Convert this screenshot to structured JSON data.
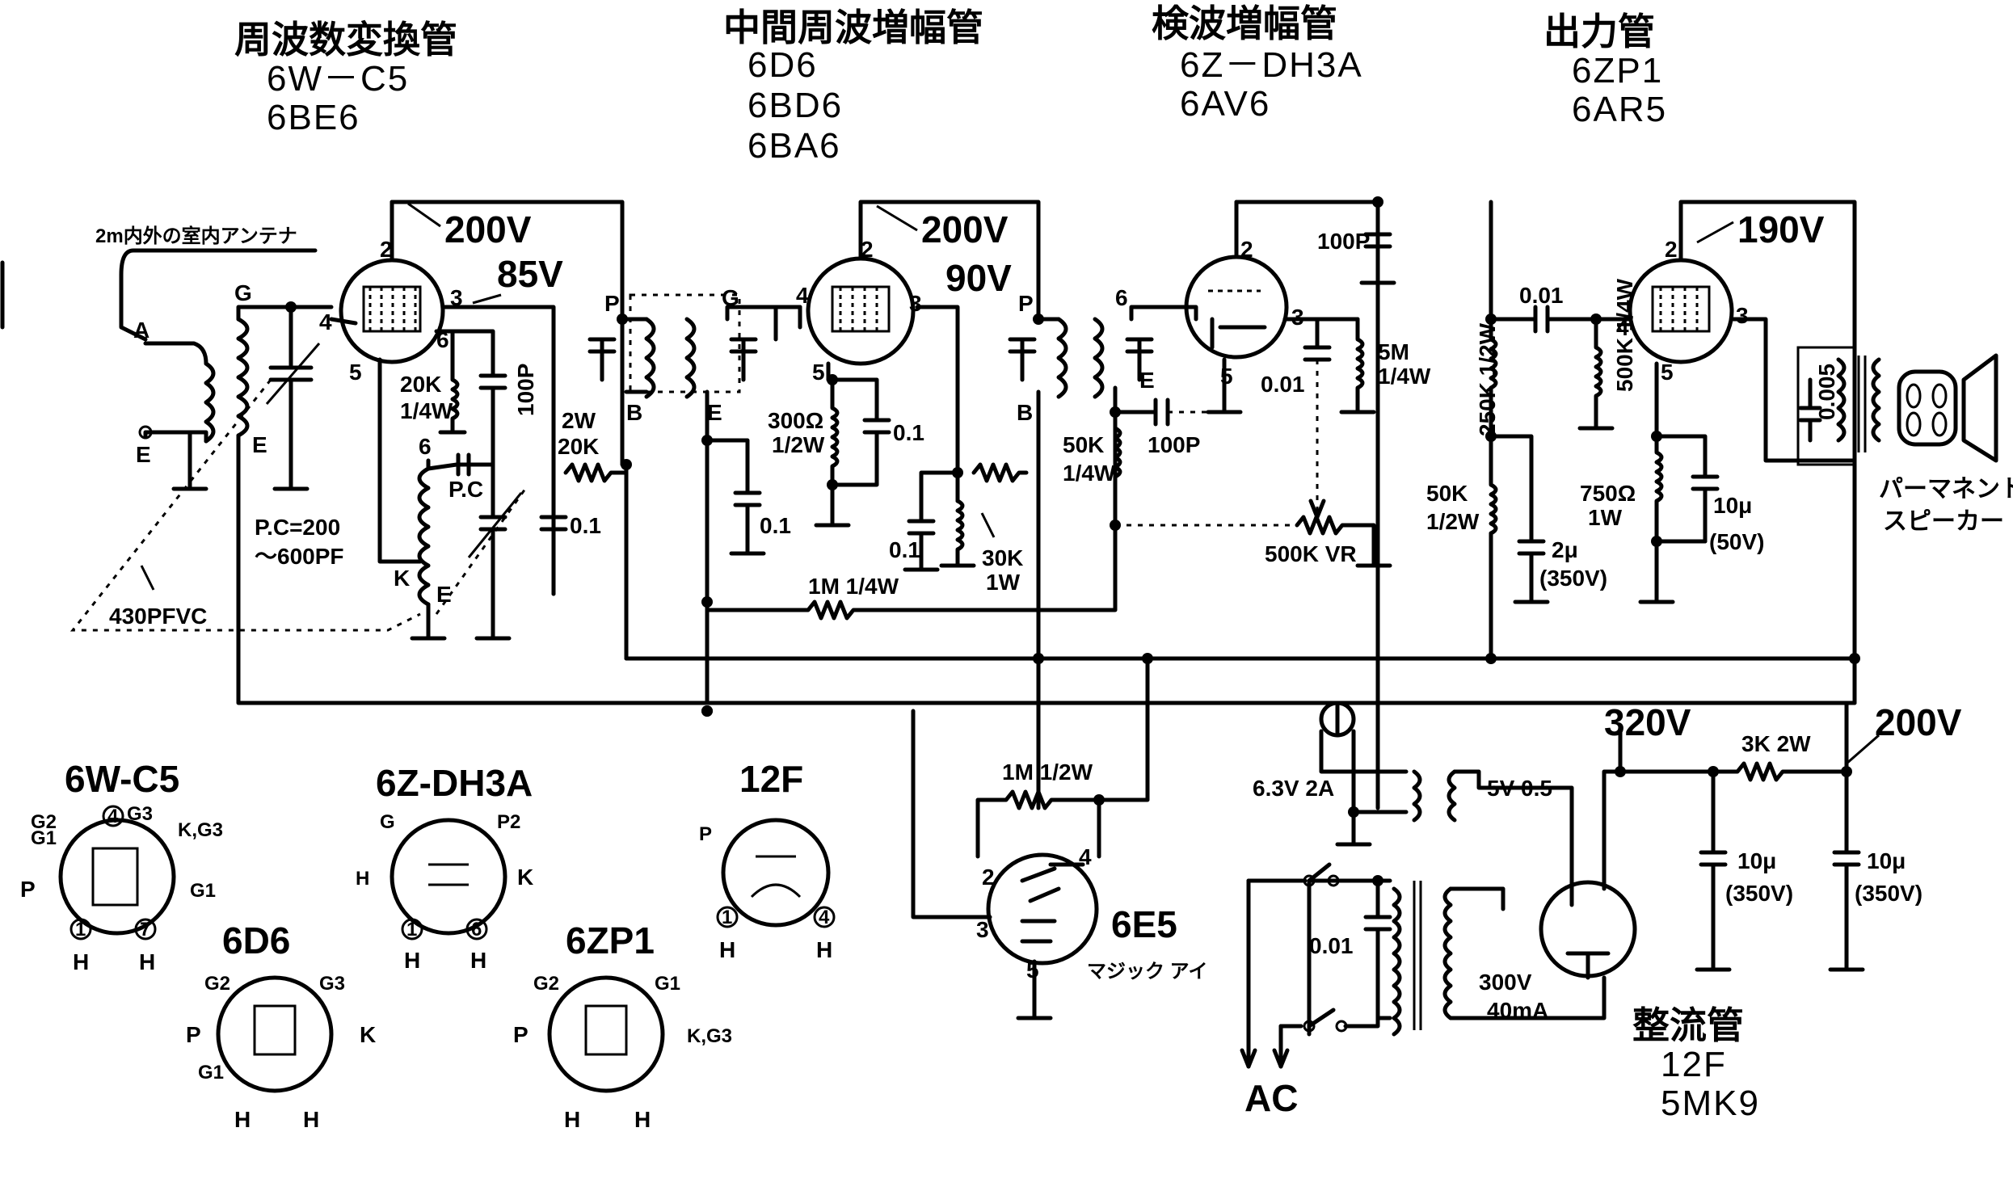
{
  "headers": {
    "converter": {
      "title": "周波数変換管",
      "tubes": [
        "6W－C5",
        "6BE6"
      ]
    },
    "if_amp": {
      "title": "中間周波増幅管",
      "tubes": [
        "6D6",
        "6BD6",
        "6BA6"
      ]
    },
    "detector": {
      "title": "検波増幅管",
      "tubes": [
        "6Z－DH3A",
        "6AV6"
      ]
    },
    "output": {
      "title": "出力管",
      "tubes": [
        "6ZP1",
        "6AR5"
      ]
    },
    "rectifier": {
      "title": "整流管",
      "tubes": [
        "12F",
        "5MK9"
      ]
    }
  },
  "labels": {
    "antenna": "2m内外の室内アンテナ",
    "ant_a": "A",
    "ant_e": "E",
    "coil_g": "G",
    "coil_e": "E",
    "v200_1": "200V",
    "v85": "85V",
    "v200_2": "200V",
    "v90": "90V",
    "v190": "190V",
    "r20k": "20K",
    "r20k_w": "1/4W",
    "c100p_1": "100P",
    "pc": "P.C=200",
    "pc2": "〜600PF",
    "pc_label": "P.C",
    "vc430": "430PFVC",
    "osc_6": "6",
    "osc_k": "K",
    "osc_e": "E",
    "r2w": "2W",
    "r20k_2": "20K",
    "c01_1": "0.1",
    "if1_p": "P",
    "if1_b": "B",
    "if1_g": "G",
    "if1_e": "E",
    "if2_p": "P",
    "if2_b": "B",
    "if2_g": "6",
    "if2_e": "E",
    "r300": "300Ω",
    "r300_w": "1/2W",
    "c01_2": "0.1",
    "c01_3": "0.1",
    "c01_4": "0.1",
    "r30k": "30K",
    "r30k_w": "1W",
    "r1m": "1M 1/4W",
    "r50k": "50K",
    "r50k_w": "1/4W",
    "c100p_2": "100P",
    "c100p_3": "100P",
    "c001": "0.01",
    "r5m": "5M",
    "r5m_w": "1/4W",
    "vr": "500K VR",
    "r250k": "250K 1/2W",
    "c001_2": "0.01",
    "r500k": "500K 1/4W",
    "r50k_2": "50K",
    "r50k_2w": "1/2W",
    "c2u": "2μ",
    "c2u_v": "(350V)",
    "r750": "750Ω",
    "r750_w": "1W",
    "c10u": "10μ",
    "c10u_v": "(50V)",
    "c0005": "0.005",
    "speaker": "パーマネント",
    "speaker2": "スピーカー",
    "h63": "6.3V 2A",
    "h5v": "5V 0.5",
    "v320": "320V",
    "r3k": "3K 2W",
    "v200_b": "200V",
    "c10u_a": "10μ",
    "c10u_av": "(350V)",
    "c10u_b": "10μ",
    "c10u_bv": "(350V)",
    "c001_p": "0.01",
    "t300": "300V",
    "t40": "40mA",
    "ac": "AC",
    "m_1m": "1M 1/2W",
    "eye": "6E5",
    "eye_sub": "マジック アイ",
    "pin2": "2",
    "pin3": "3",
    "pin4": "4",
    "pin5": "5"
  },
  "bases": {
    "w_c5": {
      "name": "6W-C5",
      "pins": [
        "G2",
        "G1",
        "4",
        "G3",
        "P",
        "K,G3",
        "G1",
        "1",
        "7",
        "H",
        "H"
      ]
    },
    "z_dh3a": {
      "name": "6Z-DH3A",
      "pins": [
        "G",
        "P2",
        "H",
        "K",
        "1",
        "6",
        "H",
        "H"
      ]
    },
    "f12": {
      "name": "12F",
      "pins": [
        "P",
        "1",
        "4",
        "H",
        "H"
      ]
    },
    "d6": {
      "name": "6D6",
      "pins": [
        "G2",
        "G3",
        "P",
        "K",
        "G1",
        "H",
        "H"
      ]
    },
    "zp1": {
      "name": "6ZP1",
      "pins": [
        "G2",
        "G1",
        "P",
        "K,G3",
        "H",
        "H"
      ]
    }
  }
}
